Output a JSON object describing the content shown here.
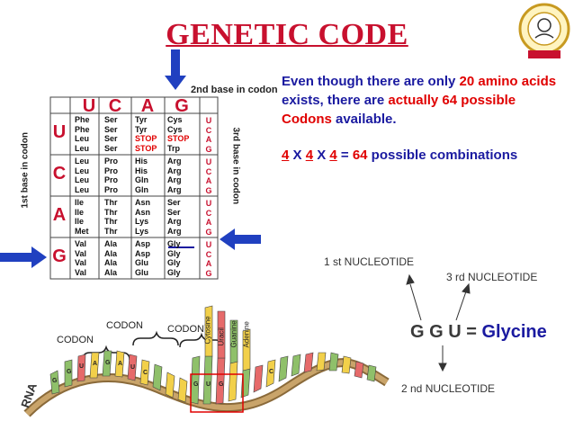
{
  "title": "GENETIC CODE",
  "logo": {
    "icon": "university-seal-icon"
  },
  "table": {
    "top_axis": "2nd base in codon",
    "left_axis": "1st base in codon",
    "right_axis": "3rd base in codon",
    "second_bases": [
      "U",
      "C",
      "A",
      "G"
    ],
    "first_bases": [
      "U",
      "C",
      "A",
      "G"
    ],
    "third_bases": [
      "U",
      "C",
      "A",
      "G"
    ],
    "rows": [
      [
        [
          "Phe",
          "Phe",
          "Leu",
          "Leu"
        ],
        [
          "Ser",
          "Ser",
          "Ser",
          "Ser"
        ],
        [
          "Tyr",
          "Tyr",
          "STOP",
          "STOP"
        ],
        [
          "Cys",
          "Cys",
          "STOP",
          "Trp"
        ]
      ],
      [
        [
          "Leu",
          "Leu",
          "Leu",
          "Leu"
        ],
        [
          "Pro",
          "Pro",
          "Pro",
          "Pro"
        ],
        [
          "His",
          "His",
          "Gln",
          "Gln"
        ],
        [
          "Arg",
          "Arg",
          "Arg",
          "Arg"
        ]
      ],
      [
        [
          "Ile",
          "Ile",
          "Ile",
          "Met"
        ],
        [
          "Thr",
          "Thr",
          "Thr",
          "Thr"
        ],
        [
          "Asn",
          "Asn",
          "Lys",
          "Lys"
        ],
        [
          "Ser",
          "Ser",
          "Arg",
          "Arg"
        ]
      ],
      [
        [
          "Val",
          "Val",
          "Val",
          "Val"
        ],
        [
          "Ala",
          "Ala",
          "Ala",
          "Ala"
        ],
        [
          "Asp",
          "Asp",
          "Glu",
          "Glu"
        ],
        [
          "Gly",
          "Gly",
          "Gly",
          "Gly"
        ]
      ]
    ]
  },
  "text": {
    "p1_a": "Even though there are only ",
    "p1_b": "20 amino acids",
    "p1_c": " exists, there are ",
    "p1_d": "actually 64 possible Codons",
    "p1_e": " available.",
    "p2_n1": "4",
    "p2_x1": " X ",
    "p2_n2": "4",
    "p2_x2": " X ",
    "p2_n3": "4",
    "p2_eq": " = ",
    "p2_n4": "64",
    "p2_rest": " possible combinations"
  },
  "nucleotide": {
    "first": "1 st NUCLEOTIDE",
    "third": "3 rd NUCLEOTIDE",
    "second": "2 nd NUCLEOTIDE",
    "codon": "G G U",
    "equals": " = ",
    "amino": "Glycine"
  },
  "rna": {
    "label": "RNA",
    "codon_labels": [
      "CODON",
      "CODON",
      "CODON"
    ],
    "base_names": [
      "Cytosine",
      "Uracil",
      "Guanine",
      "Adenine"
    ],
    "strand_letters": [
      "G",
      "G",
      "U",
      "A",
      "G",
      "A",
      "U",
      "C",
      "G",
      "U",
      "G",
      "C"
    ]
  },
  "colors": {
    "title": "#c8102e",
    "accent_blue": "#1a1aa0",
    "highlight_red": "#e00000",
    "arrow_blue": "#2040c0"
  }
}
